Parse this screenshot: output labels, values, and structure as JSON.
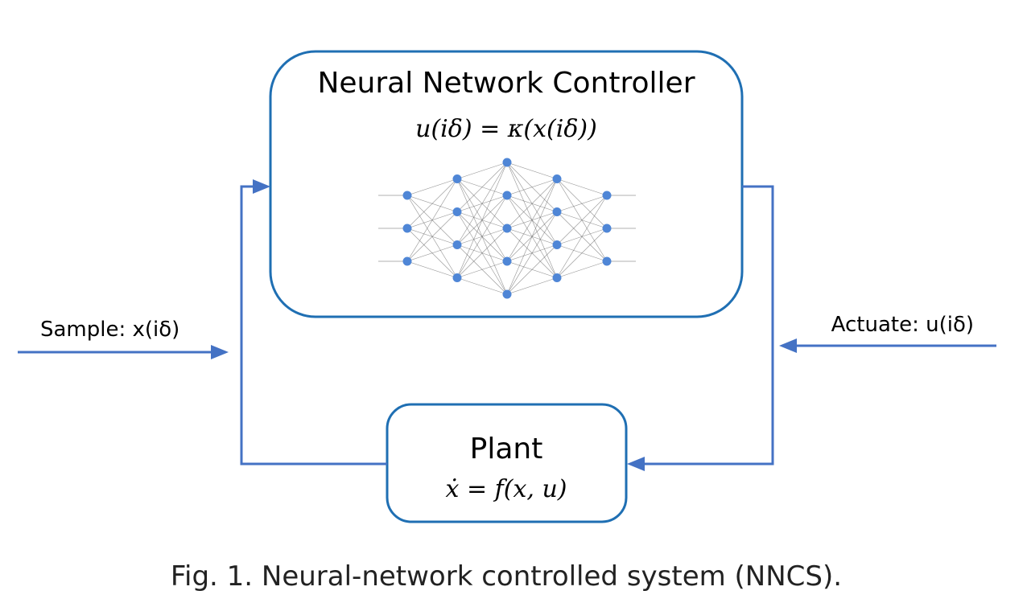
{
  "controller": {
    "title": "Neural Network Controller",
    "equation": "u(iδ) = κ(x(iδ))"
  },
  "plant": {
    "title": "Plant",
    "equation": "ẋ = f(x, u)"
  },
  "sample_label": "Sample: x(iδ)",
  "actuate_label": "Actuate: u(iδ)",
  "caption": "Fig. 1.  Neural-network controlled system (NNCS).",
  "neural_network": {
    "layer_sizes": [
      3,
      4,
      5,
      4,
      3
    ]
  },
  "colors": {
    "box_border": "#1f6fb3",
    "arrow": "#4472c4",
    "node": "#4f86d6"
  }
}
